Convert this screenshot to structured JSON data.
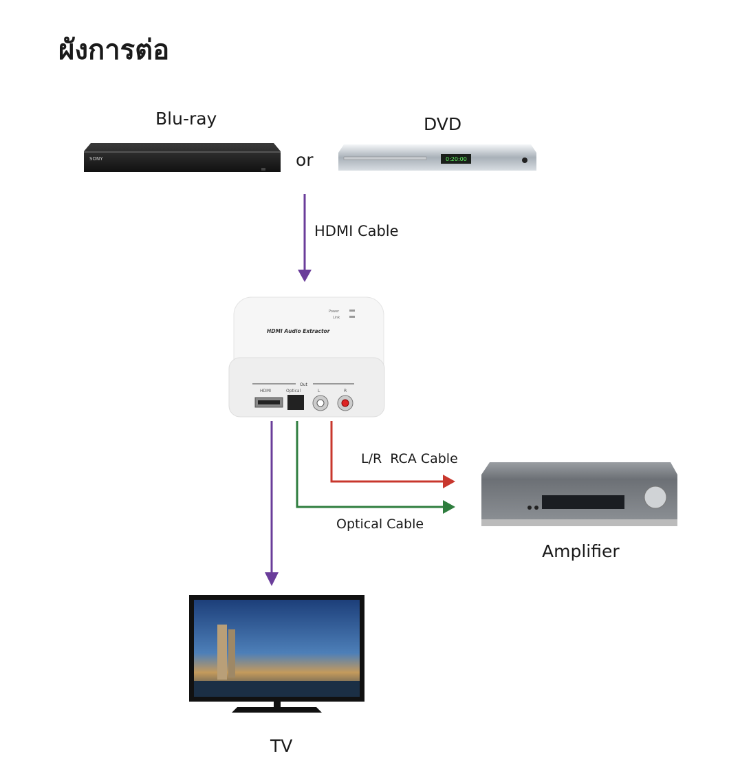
{
  "title": "ผังการต่อ",
  "devices": {
    "bluray": {
      "label": "Blu-ray",
      "brand": "SONY"
    },
    "or": "or",
    "dvd": {
      "label": "DVD",
      "display": "0:20:00"
    },
    "extractor": {
      "name": "HDMI Audio Extractor",
      "power": "Power",
      "link": "Link",
      "out": "Out",
      "ports": [
        "HDMI",
        "Optical",
        "L",
        "R"
      ]
    },
    "amplifier": {
      "label": "Amplifier"
    },
    "tv": {
      "label": "TV"
    }
  },
  "cables": {
    "hdmi": {
      "label": "HDMI Cable",
      "color": "#6a3d9a"
    },
    "rca": {
      "label": "L/R  RCA Cable",
      "color": "#c8372d"
    },
    "optical": {
      "label": "Optical Cable",
      "color": "#2e7d3e"
    }
  }
}
